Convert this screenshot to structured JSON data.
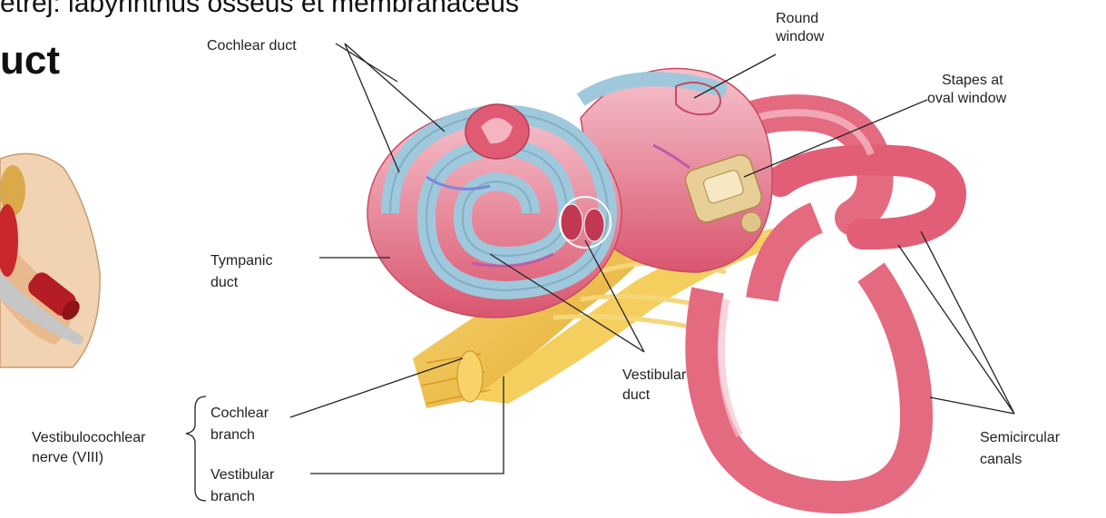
{
  "slide": {
    "top_text": "etrej:   labyrinthus osseus et membranaceus",
    "heading": "uct"
  },
  "labels": {
    "cochlear_duct": "Cochlear duct",
    "round_window_1": "Round",
    "round_window_2": "window",
    "stapes_1": "Stapes at",
    "stapes_2": "oval window",
    "tympanic_1": "Tympanic",
    "tympanic_2": "duct",
    "vestibular_duct_1": "Vestibular",
    "vestibular_duct_2": "duct",
    "cochlear_branch_1": "Cochlear",
    "cochlear_branch_2": "branch",
    "vestibular_branch_1": "Vestibular",
    "vestibular_branch_2": "branch",
    "nerve_1": "Vestibulocochlear",
    "nerve_2": "nerve (VIII)",
    "semicircular_1": "Semicircular",
    "semicircular_2": "canals"
  },
  "colors": {
    "membrane_pink": "#e46a80",
    "light_pink": "#f4b4c0",
    "duct_blue": "#9fc8dc",
    "nerve_yellow": "#f2c24a",
    "stapes_tan": "#e8cf98"
  }
}
